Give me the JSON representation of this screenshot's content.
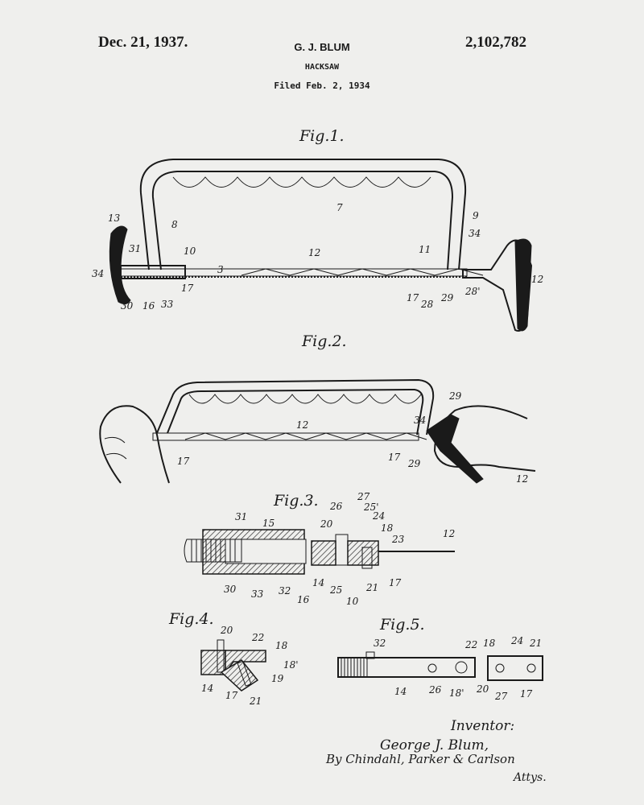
{
  "header": {
    "date": "Dec. 21, 1937.",
    "inventor_short": "G. J. BLUM",
    "title": "HACKSAW",
    "filed": "Filed Feb. 2, 1934",
    "patent_number": "2,102,782"
  },
  "figures": [
    {
      "label": "Fig.1.",
      "refs": [
        "13",
        "31",
        "10",
        "8",
        "7",
        "9",
        "12",
        "11",
        "34",
        "34",
        "30",
        "16",
        "33",
        "17",
        "17",
        "28",
        "29",
        "28'",
        "12",
        "3"
      ]
    },
    {
      "label": "Fig.2.",
      "refs": [
        "12",
        "17",
        "34",
        "29",
        "17",
        "29",
        "12"
      ]
    },
    {
      "label": "Fig.3.",
      "refs": [
        "31",
        "15",
        "20",
        "26",
        "27",
        "25'",
        "24",
        "18",
        "23",
        "12",
        "30",
        "33",
        "32",
        "16",
        "14",
        "25",
        "10",
        "21",
        "17"
      ]
    },
    {
      "label": "Fig.4.",
      "refs": [
        "20",
        "22",
        "18",
        "18'",
        "19",
        "14",
        "17",
        "21"
      ]
    },
    {
      "label": "Fig.5.",
      "refs": [
        "32",
        "22",
        "18",
        "24",
        "21",
        "14",
        "26",
        "18'",
        "20",
        "27",
        "17"
      ]
    }
  ],
  "signature": {
    "inventor_label": "Inventor:",
    "inventor_name": "George J. Blum,",
    "attorney": "By Chindahl, Parker & Carlson",
    "attys": "Attys."
  }
}
